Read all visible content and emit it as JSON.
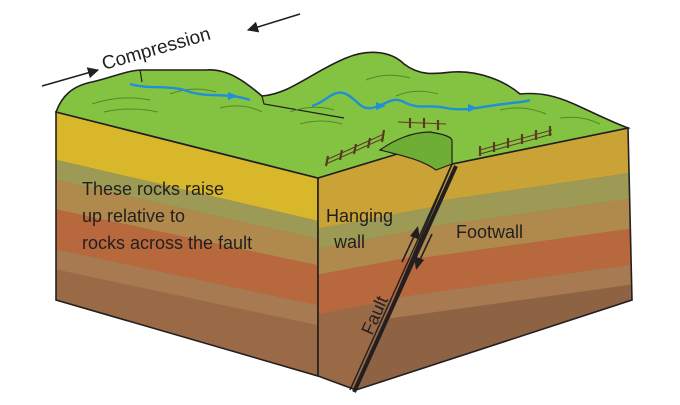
{
  "labels": {
    "compression": "Compression",
    "description_lines": [
      "These rocks raise",
      "up relative to",
      "rocks across the fault"
    ],
    "hanging_wall_lines": [
      "Hanging",
      "wall"
    ],
    "footwall": "Footwall",
    "fault": "Fault"
  },
  "colors": {
    "grass": "#84c341",
    "grass_dark": "#5e9c2c",
    "river": "#1f8fd6",
    "outline": "#231f20",
    "layer_yellow": "#d9b72a",
    "layer_olive": "#9c9a55",
    "layer_sand": "#b08a4d",
    "layer_rust": "#b7683c",
    "layer_brown": "#9a6a47"
  }
}
